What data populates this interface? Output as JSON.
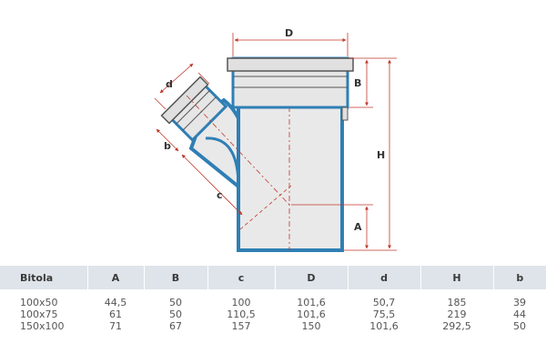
{
  "drawing": {
    "labels": {
      "D": "D",
      "B": "B",
      "H": "H",
      "A": "A",
      "d": "d",
      "b": "b",
      "c": "c"
    },
    "colors": {
      "pipe_wall": "#2f7fb5",
      "pipe_fill": "#e8e8e8",
      "dimension_line": "#c0392b",
      "axis": "#c0392b"
    }
  },
  "table": {
    "headers": [
      "Bitola",
      "A",
      "B",
      "c",
      "D",
      "d",
      "H",
      "b"
    ],
    "rows": [
      [
        "100x50",
        "44,5",
        "50",
        "100",
        "101,6",
        "50,7",
        "185",
        "39"
      ],
      [
        "100x75",
        "61",
        "50",
        "110,5",
        "101,6",
        "75,5",
        "219",
        "44"
      ],
      [
        "150x100",
        "71",
        "67",
        "157",
        "150",
        "101,6",
        "292,5",
        "50"
      ]
    ]
  }
}
